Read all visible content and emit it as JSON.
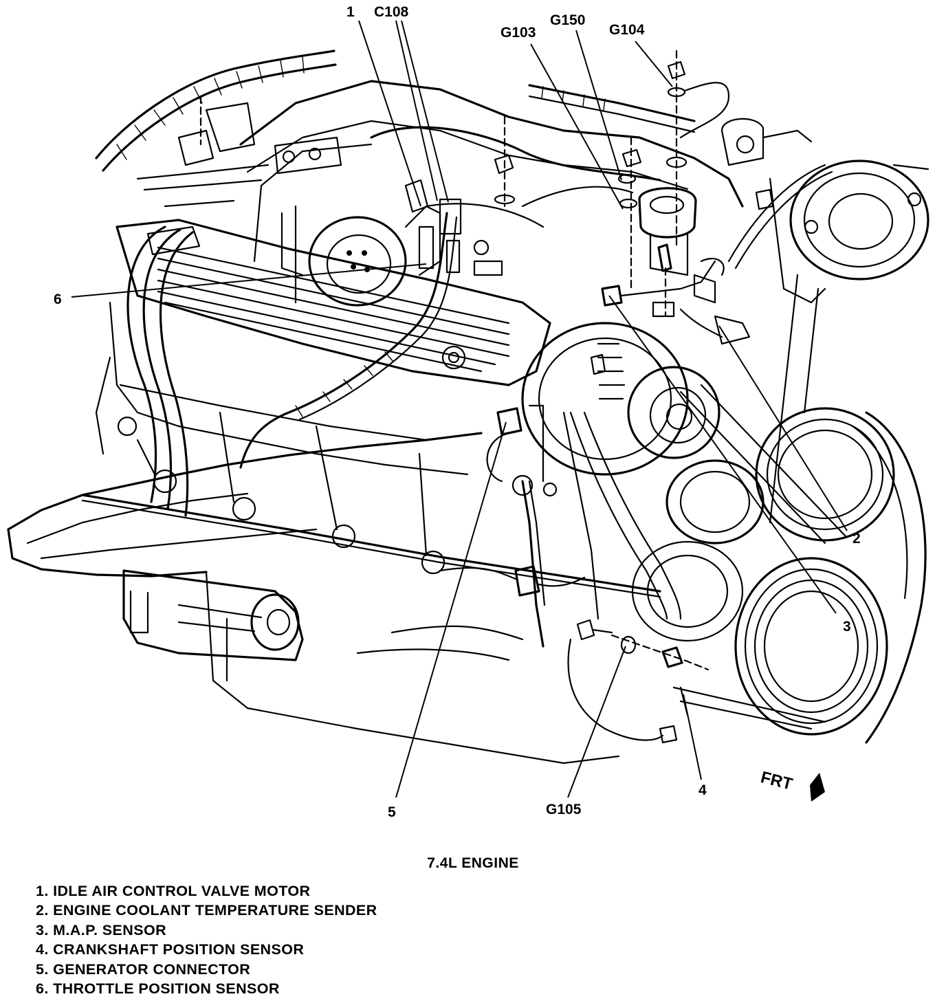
{
  "diagram": {
    "title": "7.4L ENGINE",
    "front_indicator": "FRT",
    "callouts": {
      "c1": "1",
      "c2": "2",
      "c3": "3",
      "c4": "4",
      "c5": "5",
      "c6": "6",
      "c108": "C108",
      "g103": "G103",
      "g150": "G150",
      "g104": "G104",
      "g105": "G105"
    },
    "legend": [
      "1. IDLE AIR CONTROL VALVE MOTOR",
      "2. ENGINE COOLANT TEMPERATURE SENDER",
      "3. M.A.P. SENSOR",
      "4. CRANKSHAFT POSITION SENSOR",
      "5. GENERATOR CONNECTOR",
      "6. THROTTLE POSITION SENSOR"
    ]
  }
}
